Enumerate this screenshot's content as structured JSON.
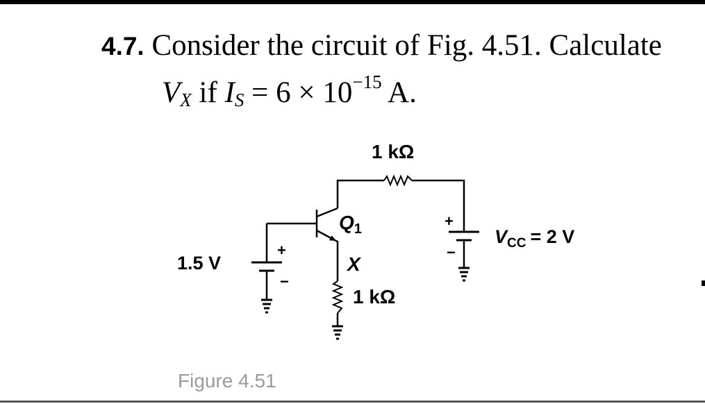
{
  "problem": {
    "number": "4.7.",
    "line1": "Consider the circuit of Fig. 4.51. Calculate",
    "vx_var": "V",
    "vx_sub": "X",
    "if_word": "if",
    "is_var": "I",
    "is_sub": "S",
    "eq_mid": "= 6 × 10",
    "exponent": "−15",
    "unit": "A."
  },
  "figure": {
    "label_top_resistor": "1 kΩ",
    "label_transistor": "Q",
    "label_transistor_sub": "1",
    "label_base_source": "1.5 V",
    "label_node": "X",
    "label_emitter_resistor": "1 kΩ",
    "label_vcc": "V",
    "label_vcc_sub": "CC",
    "label_vcc_value": "= 2 V",
    "plus_sign": "+",
    "minus_sign": "−",
    "caption": "Figure 4.51"
  }
}
